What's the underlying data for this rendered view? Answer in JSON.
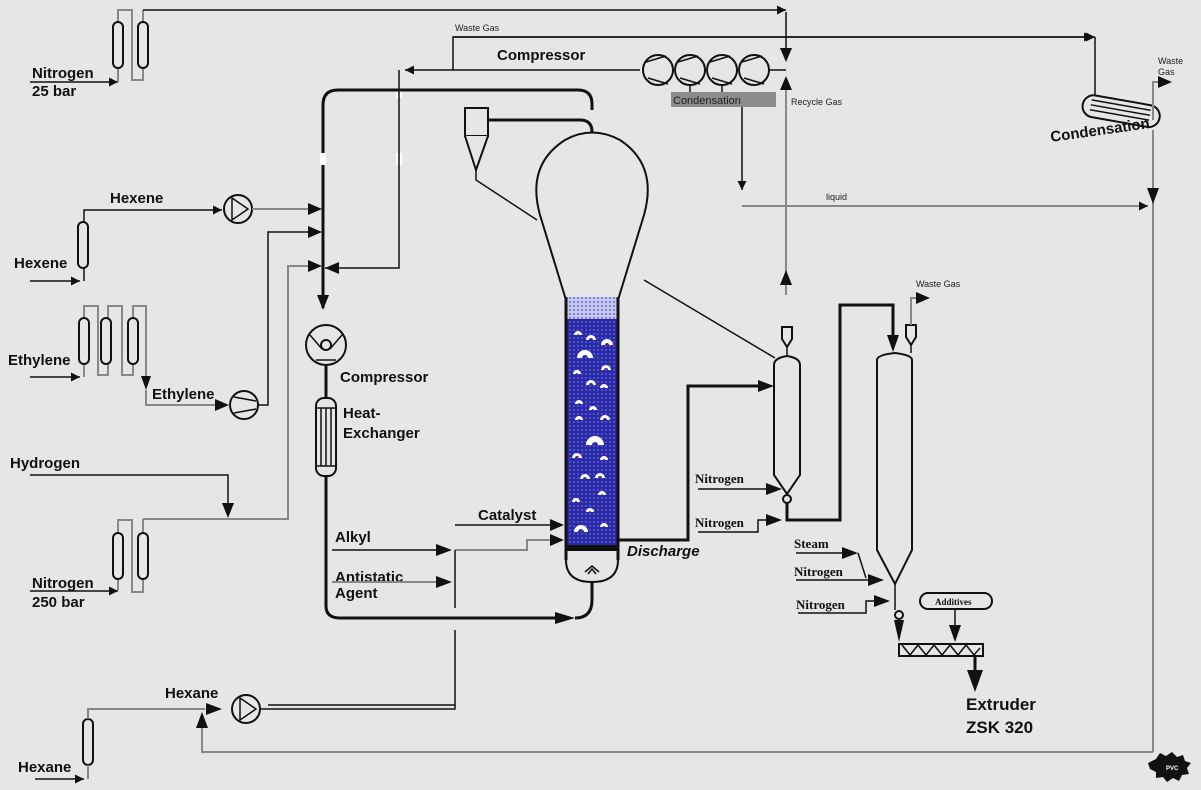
{
  "diagram": {
    "title": "Gas-phase polyethylene process flow",
    "colors": {
      "background": "#e6e6e6",
      "bed_fill": "#2a2aa8",
      "line": "#111111",
      "highlight_label_bg": "#8c8c8c"
    },
    "labels": {
      "nitrogen_25_line1": "Nitrogen",
      "nitrogen_25_line2": "25 bar",
      "waste_gas_top": "Waste Gas",
      "compressor_top": "Compressor",
      "condensation_compressors": "Condensation",
      "recycle_gas": "Recycle Gas",
      "condensation_right": "Condensation",
      "waste_gas_right_line1": "Waste",
      "waste_gas_right_line2": "Gas",
      "liquid": "liquid",
      "hexene_pump": "Hexene",
      "hexene_feed": "Hexene",
      "ethylene_feed": "Ethylene",
      "ethylene_pump": "Ethylene",
      "compressor_main": "Compressor",
      "heat_exchanger_line1": "Heat-",
      "heat_exchanger_line2": "Exchanger",
      "hydrogen": "Hydrogen",
      "nitrogen_250_line1": "Nitrogen",
      "nitrogen_250_line2": "250 bar",
      "catalyst": "Catalyst",
      "alkyl": "Alkyl",
      "antistatic_line1": "Antistatic",
      "antistatic_line2": "Agent",
      "discharge": "Discharge",
      "nitrogen_sep_1": "Nitrogen",
      "nitrogen_sep_2": "Nitrogen",
      "waste_gas_purge": "Waste Gas",
      "steam": "Steam",
      "nitrogen_purge_1": "Nitrogen",
      "nitrogen_purge_2": "Nitrogen",
      "additives": "Additives",
      "extruder_line1": "Extruder",
      "extruder_line2": "ZSK 320",
      "hexane_pump": "Hexane",
      "hexane_feed": "Hexane",
      "logo": "PVC"
    }
  }
}
